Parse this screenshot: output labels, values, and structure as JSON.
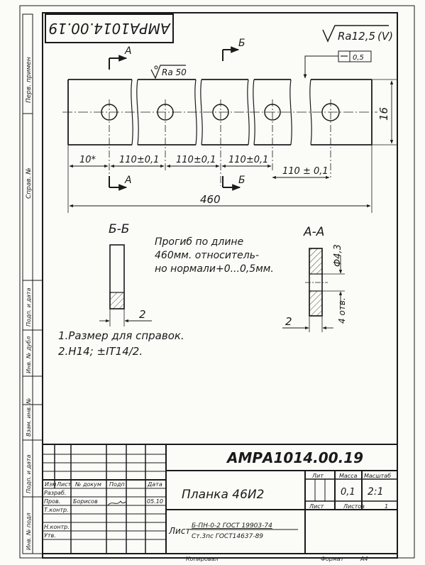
{
  "drawing_code": "АМРА1014.00.19",
  "roughness_general": "Ra12,5",
  "roughness_general_suffix": "(V)",
  "roughness_local": "Ra 50",
  "flatness_value": "0,5",
  "section_marks": {
    "a": "А",
    "b": "Б"
  },
  "dimensions": {
    "first_offset": "10*",
    "pitch": "110±0,1",
    "last_pitch": "110 ± 0,1",
    "total_length": "460",
    "height": "16",
    "hole_diameter": "Ф4,3",
    "holes_label": "4 отв.",
    "thickness_left": "2",
    "thickness_right": "2"
  },
  "section_titles": {
    "bb": "Б-Б",
    "aa": "А-А"
  },
  "bend_note_lines": [
    "Прогиб по длине",
    "460мм. относитель-",
    "но нормали+0...0,5мм."
  ],
  "notes": [
    "1.Размер для справок.",
    "2.H14; ±IT14/2."
  ],
  "left_margin_labels": [
    "Перв. примен",
    "Справ. №",
    "Подп. и дата",
    "Инв. № дубл",
    "Взам. инв. №",
    "Подп. и дата",
    "Инв. № подл"
  ],
  "title_block": {
    "code": "АМРА1014.00.19",
    "name": "Планка 46И2",
    "column_headers": [
      "Изм",
      "Лист",
      "№ докум",
      "Подп",
      "Дата"
    ],
    "rows": [
      "Разраб.",
      "Пров.",
      "Т.контр.",
      "",
      "Н.контр.",
      "Утв."
    ],
    "developer": "Борисов",
    "date": "05.10",
    "lit_label": "Лит",
    "mass_label": "Масса",
    "mass_value": "0,1",
    "scale_label": "Масштаб",
    "scale_value": "2:1",
    "sheet_label": "Лист",
    "sheets_label": "Листов",
    "sheets_value": "1",
    "material_prefix": "Лист",
    "material_line1": "Б-ПН-0-2 ГОСТ 19903-74",
    "material_line2": "Ст.3пс ГОСТ14637-89",
    "copied_label": "Копировал",
    "format_label": "Формат",
    "format_value": "А4"
  }
}
